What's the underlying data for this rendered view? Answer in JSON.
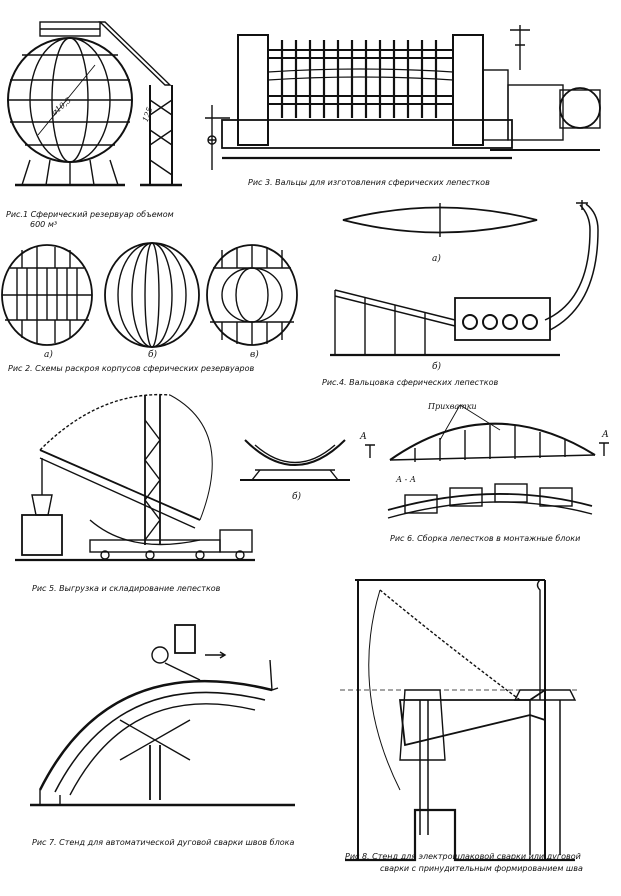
{
  "captions": {
    "fig1": "Рис.1 Сферический резервуар объемом",
    "fig1_volume": "600 м³",
    "fig2": "Рис 2. Схемы раскроя корпусов сферических резервуаров",
    "fig3": "Рис 3. Вальцы для изготовления сферических лепестков",
    "fig4": "Рис.4. Вальцовка сферических лепестков",
    "fig5": "Рис 5. Выгрузка и складирование лепестков",
    "fig6": "Рис 6. Сборка лепестков в монтажные блоки",
    "fig7": "Рис 7. Стенд для автоматической дуговой сварки швов блока",
    "fig8_line1": "Рис 8. Стенд для электрошлаковой сварки или дуговой",
    "fig8_line2": "сварки с принудительным формированием шва"
  },
  "labels": {
    "fig1_diameter": "⌀10,5",
    "fig1_width": "125",
    "fig2_a": "а)",
    "fig2_b": "б)",
    "fig2_v": "в)",
    "fig4_a": "а)",
    "fig4_b": "б)",
    "fig5_b": "б)",
    "fig6_tacks": "Прихватки",
    "fig6_sectionA_left": "А",
    "fig6_sectionA_right": "А",
    "fig6_section": "А - А"
  }
}
